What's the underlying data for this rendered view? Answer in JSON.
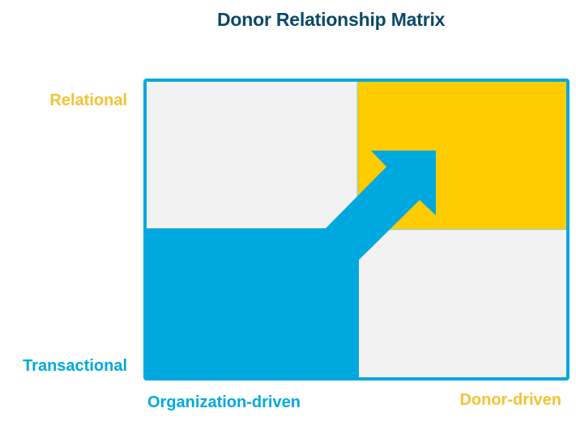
{
  "title": "Donor Relationship Matrix",
  "axes": {
    "y_top": "Relational",
    "y_bottom": "Transactional",
    "x_left": "Organization-driven",
    "x_right": "Donor-driven"
  },
  "quadrants": [
    {
      "position": "top-left",
      "fill": "#F2F2F2"
    },
    {
      "position": "top-right",
      "fill": "#FFCC00",
      "highlighted": true
    },
    {
      "position": "bottom-left",
      "fill": "#00A8E0",
      "highlighted": true
    },
    {
      "position": "bottom-right",
      "fill": "#F2F2F2"
    }
  ],
  "arrow": {
    "from": "bottom-left",
    "to": "top-right",
    "icon": "arrow-up-right-icon",
    "color": "#00A8E0"
  },
  "colors": {
    "title": "#0B4868",
    "blue": "#00A8E0",
    "yellow": "#FFCC00",
    "yellow_text": "#F3C332",
    "gray": "#F2F2F2",
    "divider": "#8FD3EE"
  }
}
